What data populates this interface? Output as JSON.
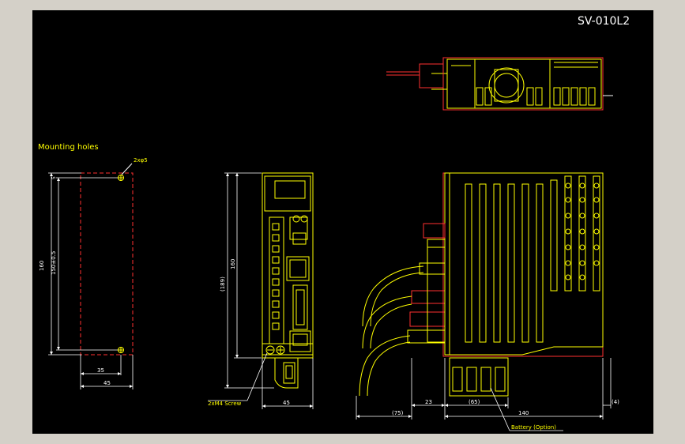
{
  "drawing": {
    "title": "SV-010L2",
    "mounting": {
      "heading": "Mounting holes",
      "hole_note": "2xφ5",
      "dim_height": "160",
      "dim_hole_pitch": "150±0.5",
      "dim_top_offset": "5",
      "dim_inner_width": "35",
      "dim_width": "45"
    },
    "front_view": {
      "dim_overall_height": "(189)",
      "dim_height": "160",
      "dim_width": "45",
      "screw_note": "2xM4 Screw"
    },
    "side_view": {
      "dim_cable": "(75)",
      "dim_connector": "23",
      "dim_battery": "(65)",
      "dim_depth": "140",
      "dim_offset": "(4)",
      "battery_note": "Battery (Option)"
    },
    "colors": {
      "background": "#000000",
      "outline": "#ffff00",
      "hidden_line": "#ff3030",
      "dimension": "#ffffff",
      "frame": "#d4d0c8"
    }
  }
}
